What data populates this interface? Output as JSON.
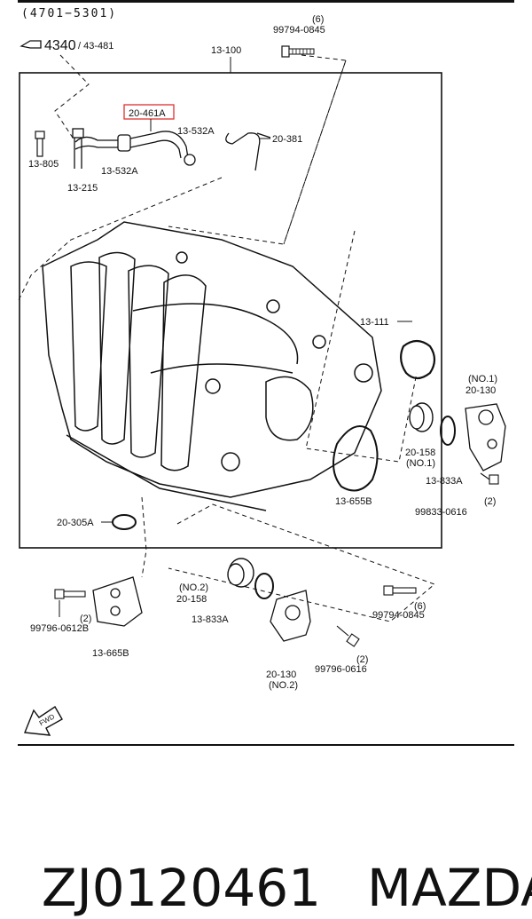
{
  "header": {
    "code": "(4701−5301)"
  },
  "labels": {
    "ref_4340": "4340",
    "ref_43481": "/ 43-481",
    "qty_bolt_top": "(6)",
    "bolt_top": "99794-0845",
    "part_13100": "13-100",
    "part_20461a": "20-461A",
    "part_13532a_top": "13-532A",
    "part_20381": "20-381",
    "part_13805": "13-805",
    "part_13532a_low": "13-532A",
    "part_13215": "13-215",
    "part_13111": "13-111",
    "no1_right": "(NO.1)",
    "part_20130_no1": "20-130",
    "part_20158_no1": "20-158",
    "no1_small": "(NO.1)",
    "part_13833a_right": "13-833A",
    "qty_right_bolt": "(2)",
    "bolt_right": "99833-0616",
    "part_13655b": "13-655B",
    "part_20305a": "20-305A",
    "no2_left": "(NO.2)",
    "part_20158_no2": "20-158",
    "part_13833a_low": "13-833A",
    "qty_mid_bolt": "(6)",
    "bolt_mid": "99794-0845",
    "qty_left_bolt": "(2)",
    "bolt_left": "99796-0612B",
    "part_13665b": "13-665B",
    "qty_low_bolt": "(2)",
    "bolt_low": "99796-0616",
    "part_20130_no2": "20-130",
    "no2_bottom": "(NO.2)",
    "fwd": "FWD"
  },
  "highlight_color": "#e03030",
  "footer": {
    "part_number": "ZJ0120461",
    "brand": "MAZDA"
  }
}
